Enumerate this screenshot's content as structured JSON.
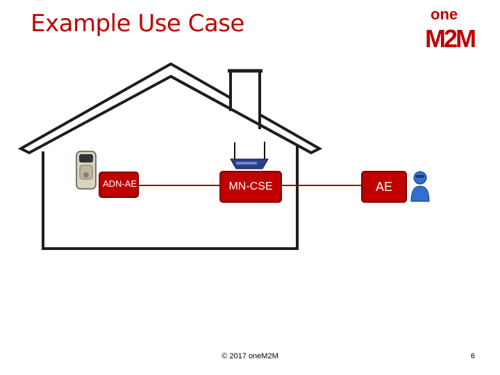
{
  "title": "Example Use Case",
  "logo": {
    "top": "one",
    "main": "M2M"
  },
  "nodes": {
    "adn": "ADN-AE",
    "mn": "MN-CSE",
    "ae": "AE"
  },
  "footer": "© 2017 oneM2M",
  "page_number": "6",
  "colors": {
    "accent": "#c00000",
    "house": "#222222",
    "user": "#2f6fd0"
  }
}
